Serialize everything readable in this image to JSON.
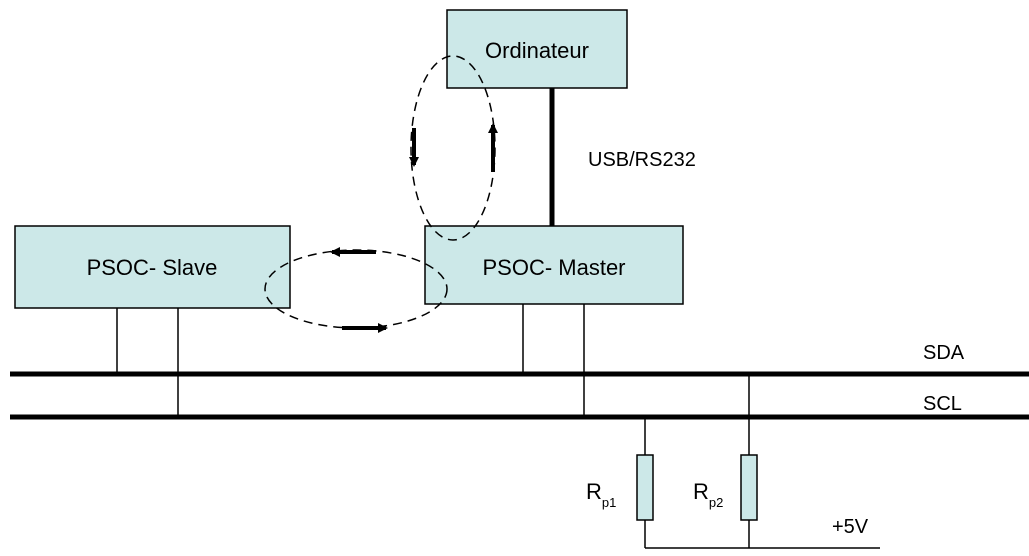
{
  "diagram": {
    "nodes": {
      "computer": "Ordinateur",
      "master": "PSOC- Master",
      "slave": "PSOC- Slave"
    },
    "link_label": "USB/RS232",
    "bus_labels": {
      "sda": "SDA",
      "scl": "SCL"
    },
    "resistors": [
      {
        "main": "R",
        "sub": "p1"
      },
      {
        "main": "R",
        "sub": "p2"
      }
    ],
    "supply_label": "+5V",
    "colors": {
      "box_fill": "#cce8e8",
      "stroke": "#000000",
      "background": "#ffffff"
    }
  }
}
